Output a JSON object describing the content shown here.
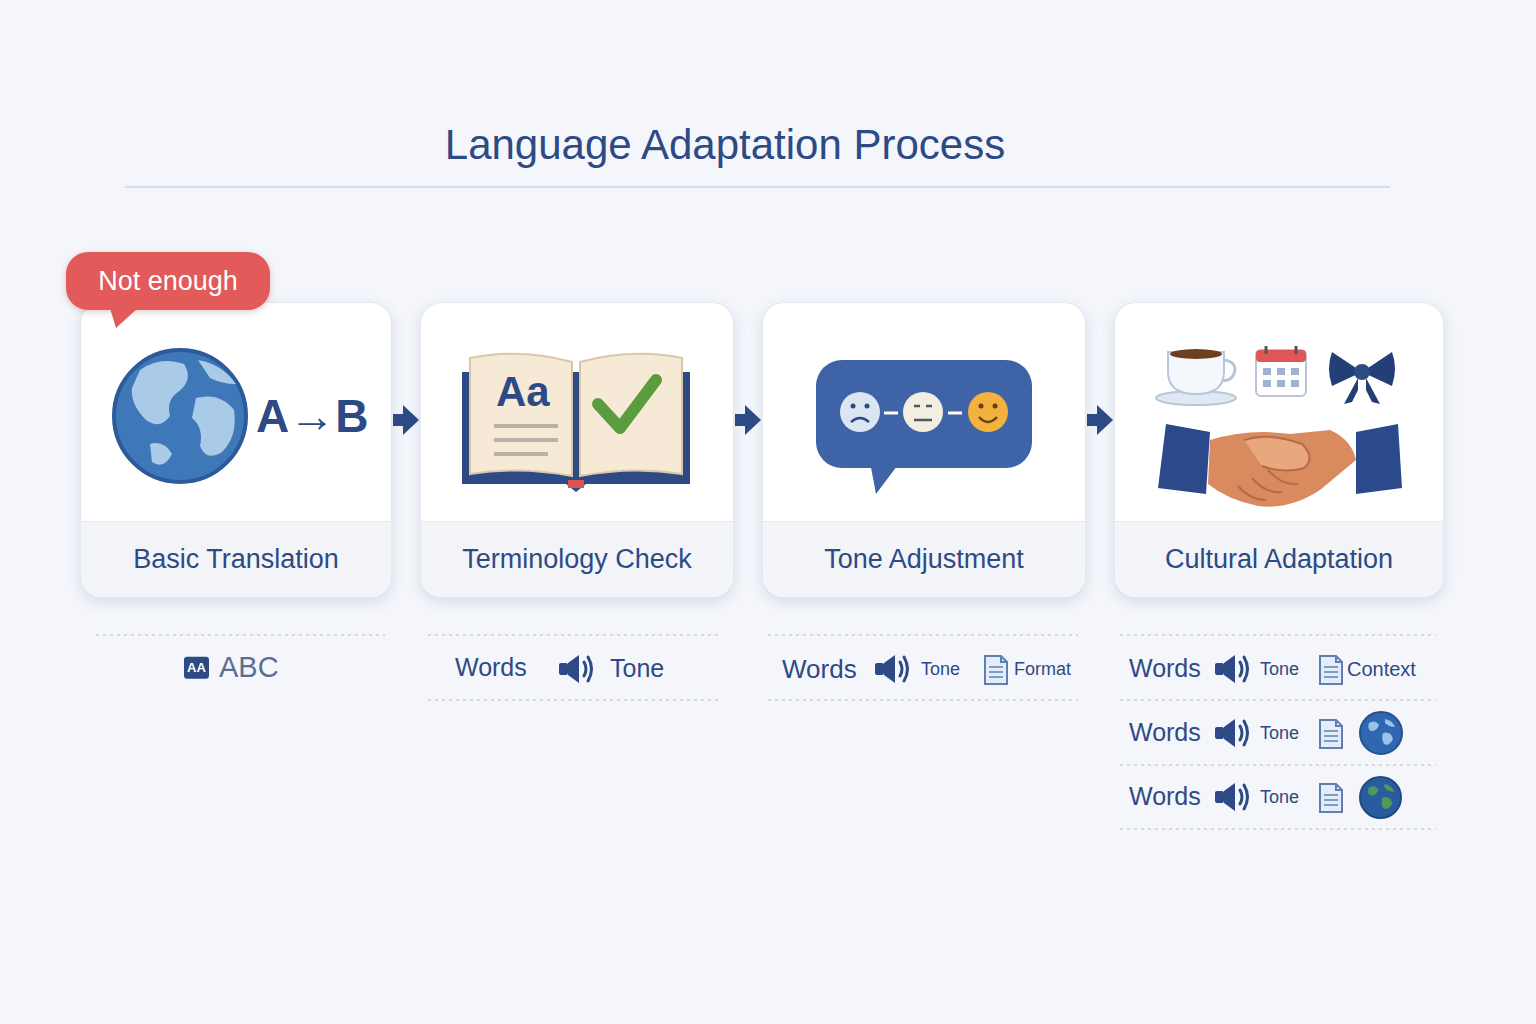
{
  "diagram": {
    "title": "Language Adaptation Process",
    "nodes": [
      {
        "text": [
          "Not enough"
        ]
      },
      {
        "text": [
          "Basic Translation"
        ]
      },
      {
        "text": [
          "Terminology Check"
        ]
      },
      {
        "text": [
          "Tone Adjustment"
        ]
      },
      {
        "text": [
          "Cultural Adaptation"
        ]
      }
    ],
    "edges": [
      {
        "from": 1,
        "to": 2,
        "arrow": "to"
      },
      {
        "from": 2,
        "to": 3,
        "arrow": "to"
      },
      {
        "from": 3,
        "to": 4,
        "arrow": "to"
      }
    ],
    "labels": [
      "A→B",
      "Aa",
      "AA",
      "ABC",
      "Words",
      "Tone",
      "Words",
      "Tone",
      "Format",
      "Words",
      "Tone",
      "Context",
      "Words",
      "Tone",
      "Words",
      "Tone"
    ]
  }
}
